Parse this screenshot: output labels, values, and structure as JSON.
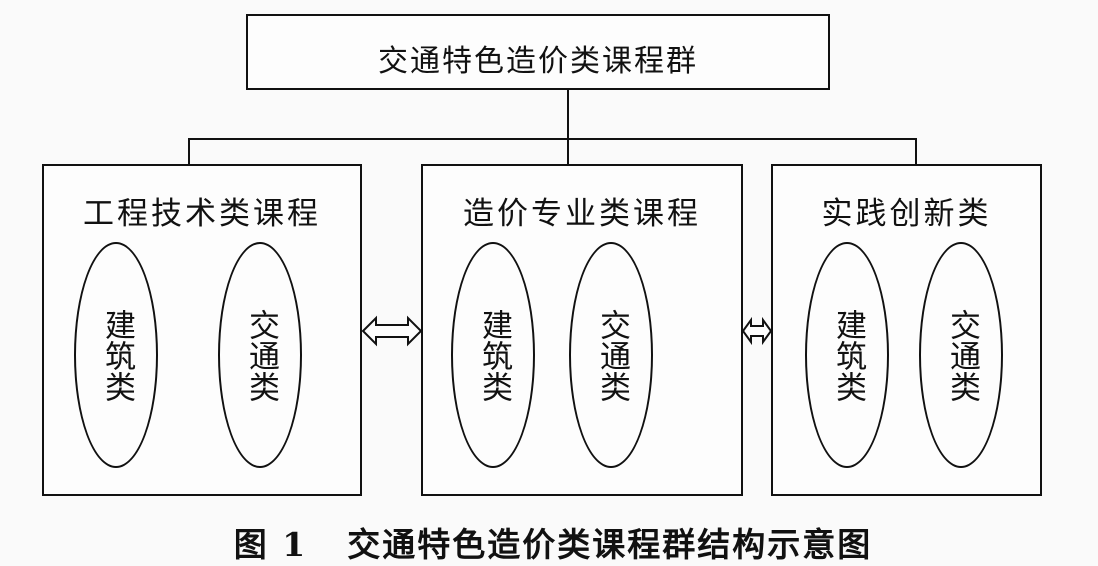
{
  "root": {
    "label": "交通特色造价类课程群"
  },
  "categories": [
    {
      "label": "工程技术类课程",
      "items": [
        "建筑类",
        "交通类"
      ]
    },
    {
      "label": "造价专业类课程",
      "items": [
        "建筑类",
        "交通类"
      ]
    },
    {
      "label": "实践创新类",
      "items": [
        "建筑类",
        "交通类"
      ]
    }
  ],
  "caption": {
    "figure": "图 1",
    "title": "交通特色造价类课程群结构示意图"
  },
  "connectors": {
    "between_categories": "double-arrow"
  }
}
